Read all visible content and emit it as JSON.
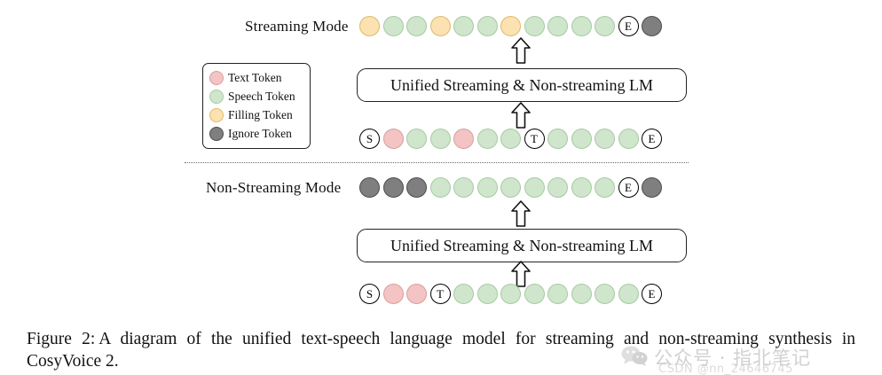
{
  "figure": {
    "caption_label": "Figure 2:",
    "caption_text": "A diagram of the unified text-speech language model for streaming and non-streaming synthesis in CosyVoice 2."
  },
  "legend": {
    "items": [
      {
        "label": "Text Token",
        "kind": "text",
        "color": "#f4c3c3"
      },
      {
        "label": "Speech Token",
        "kind": "speech",
        "color": "#cfe6cc"
      },
      {
        "label": "Filling Token",
        "kind": "filling",
        "color": "#fbe2b0"
      },
      {
        "label": "Ignore Token",
        "kind": "ignore",
        "color": "#7f7f7f"
      }
    ]
  },
  "streaming": {
    "label": "Non-Streaming Mode",
    "mode_label": "Streaming Mode",
    "lm_box_label": "Unified Streaming & Non-streaming LM",
    "output_row": [
      {
        "kind": "filling",
        "glyph": ""
      },
      {
        "kind": "speech",
        "glyph": ""
      },
      {
        "kind": "speech",
        "glyph": ""
      },
      {
        "kind": "filling",
        "glyph": ""
      },
      {
        "kind": "speech",
        "glyph": ""
      },
      {
        "kind": "speech",
        "glyph": ""
      },
      {
        "kind": "filling",
        "glyph": ""
      },
      {
        "kind": "speech",
        "glyph": ""
      },
      {
        "kind": "speech",
        "glyph": ""
      },
      {
        "kind": "speech",
        "glyph": ""
      },
      {
        "kind": "speech",
        "glyph": ""
      },
      {
        "kind": "marker",
        "glyph": "E"
      },
      {
        "kind": "ignore",
        "glyph": ""
      }
    ],
    "input_row": [
      {
        "kind": "marker",
        "glyph": "S"
      },
      {
        "kind": "text",
        "glyph": ""
      },
      {
        "kind": "speech",
        "glyph": ""
      },
      {
        "kind": "speech",
        "glyph": ""
      },
      {
        "kind": "text",
        "glyph": ""
      },
      {
        "kind": "speech",
        "glyph": ""
      },
      {
        "kind": "speech",
        "glyph": ""
      },
      {
        "kind": "marker",
        "glyph": "T"
      },
      {
        "kind": "speech",
        "glyph": ""
      },
      {
        "kind": "speech",
        "glyph": ""
      },
      {
        "kind": "speech",
        "glyph": ""
      },
      {
        "kind": "speech",
        "glyph": ""
      },
      {
        "kind": "marker",
        "glyph": "E"
      }
    ]
  },
  "non_streaming": {
    "mode_label": "Non-Streaming Mode",
    "lm_box_label": "Unified Streaming & Non-streaming LM",
    "output_row": [
      {
        "kind": "ignore",
        "glyph": ""
      },
      {
        "kind": "ignore",
        "glyph": ""
      },
      {
        "kind": "ignore",
        "glyph": ""
      },
      {
        "kind": "speech",
        "glyph": ""
      },
      {
        "kind": "speech",
        "glyph": ""
      },
      {
        "kind": "speech",
        "glyph": ""
      },
      {
        "kind": "speech",
        "glyph": ""
      },
      {
        "kind": "speech",
        "glyph": ""
      },
      {
        "kind": "speech",
        "glyph": ""
      },
      {
        "kind": "speech",
        "glyph": ""
      },
      {
        "kind": "speech",
        "glyph": ""
      },
      {
        "kind": "marker",
        "glyph": "E"
      },
      {
        "kind": "ignore",
        "glyph": ""
      }
    ],
    "input_row": [
      {
        "kind": "marker",
        "glyph": "S"
      },
      {
        "kind": "text",
        "glyph": ""
      },
      {
        "kind": "text",
        "glyph": ""
      },
      {
        "kind": "marker",
        "glyph": "T"
      },
      {
        "kind": "speech",
        "glyph": ""
      },
      {
        "kind": "speech",
        "glyph": ""
      },
      {
        "kind": "speech",
        "glyph": ""
      },
      {
        "kind": "speech",
        "glyph": ""
      },
      {
        "kind": "speech",
        "glyph": ""
      },
      {
        "kind": "speech",
        "glyph": ""
      },
      {
        "kind": "speech",
        "glyph": ""
      },
      {
        "kind": "speech",
        "glyph": ""
      },
      {
        "kind": "marker",
        "glyph": "E"
      }
    ]
  },
  "watermark": {
    "text": "公众号 · 指北笔记",
    "subtext": "CSDN @nn_24646745"
  }
}
